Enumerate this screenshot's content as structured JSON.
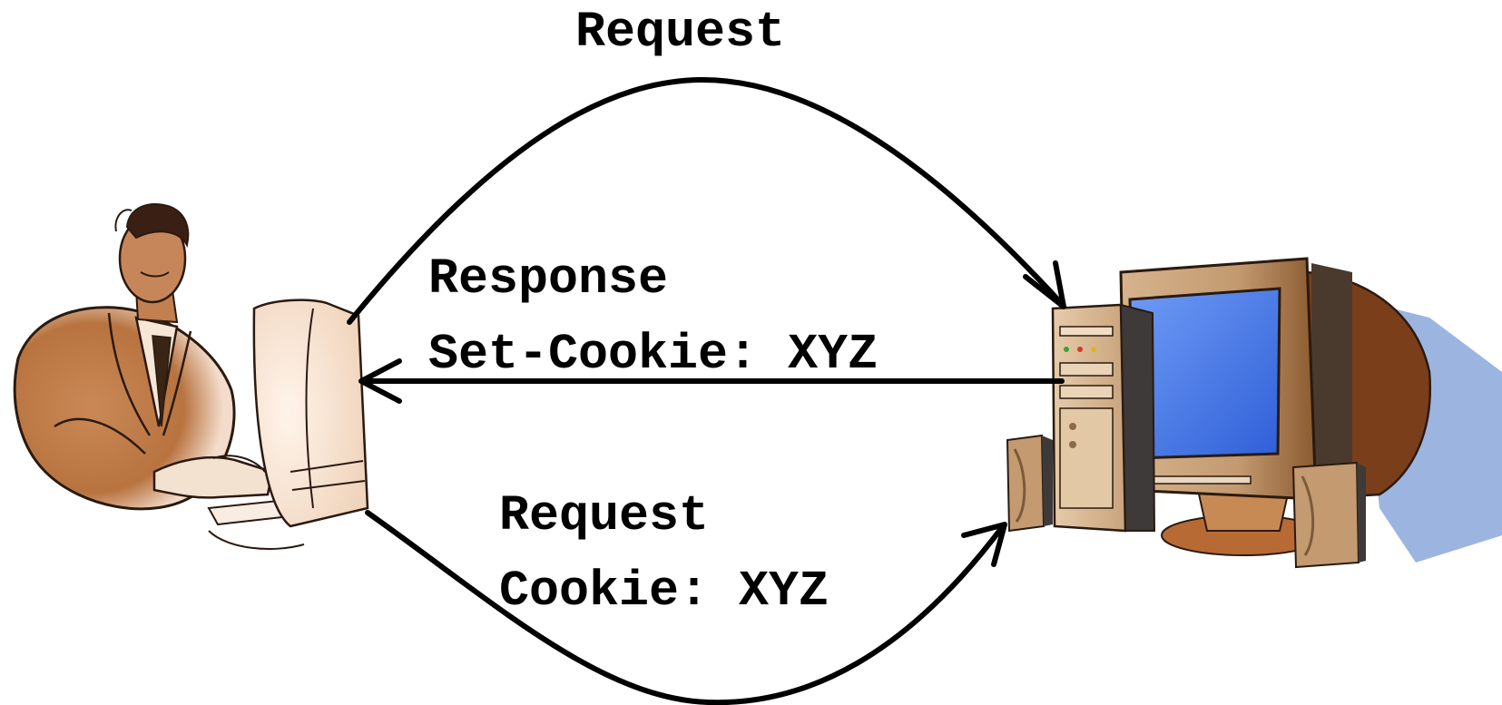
{
  "arrows": {
    "top": {
      "label": "Request"
    },
    "middle": {
      "line1": "Response",
      "line2": "Set-Cookie: XYZ"
    },
    "bottom": {
      "line1": "Request",
      "line2": "Cookie: XYZ"
    }
  },
  "nodes": {
    "client": {
      "icon": "user-at-computer-icon"
    },
    "server": {
      "icon": "desktop-computer-server-icon"
    }
  },
  "colors": {
    "line": "#000000",
    "screen": "#3f6ee6",
    "tan": "#d8b48f",
    "skin": "#b46a3c",
    "shadow": "#9bb5e0"
  }
}
